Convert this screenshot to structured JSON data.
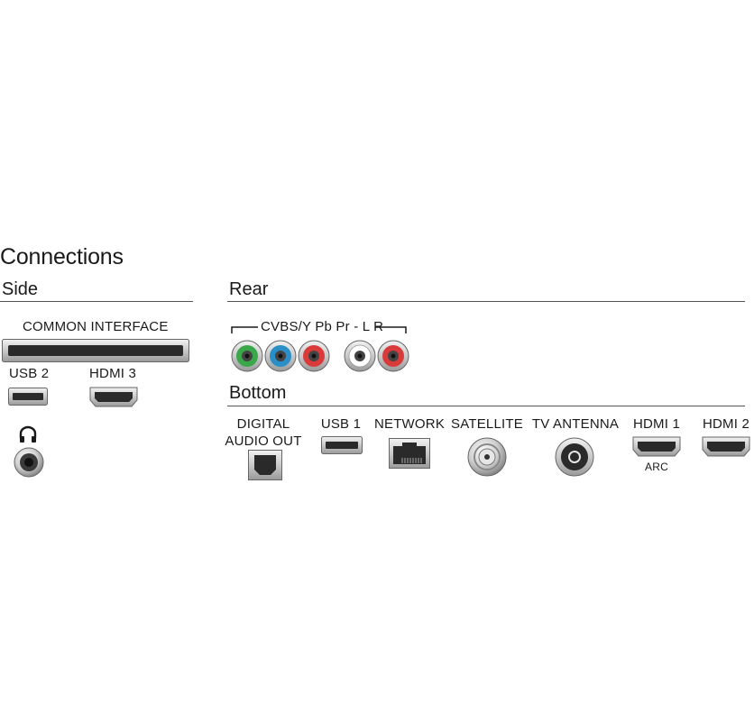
{
  "title": "Connections",
  "side": {
    "heading": "Side",
    "common_interface": "COMMON INTERFACE",
    "usb2": "USB 2",
    "hdmi3": "HDMI 3"
  },
  "rear": {
    "heading": "Rear",
    "av_group": "CVBS/Y Pb Pr - L R",
    "jack_colors": [
      "#3aa84a",
      "#2a8fc7",
      "#d93a3a",
      "#ffffff",
      "#d93a3a"
    ]
  },
  "bottom": {
    "heading": "Bottom",
    "digital_audio_out_line1": "DIGITAL",
    "digital_audio_out_line2": "AUDIO OUT",
    "usb1": "USB 1",
    "network": "NETWORK",
    "satellite": "SATELLITE",
    "tv_antenna": "TV ANTENNA",
    "hdmi1": "HDMI 1",
    "hdmi1_sub": "ARC",
    "hdmi2": "HDMI 2"
  }
}
